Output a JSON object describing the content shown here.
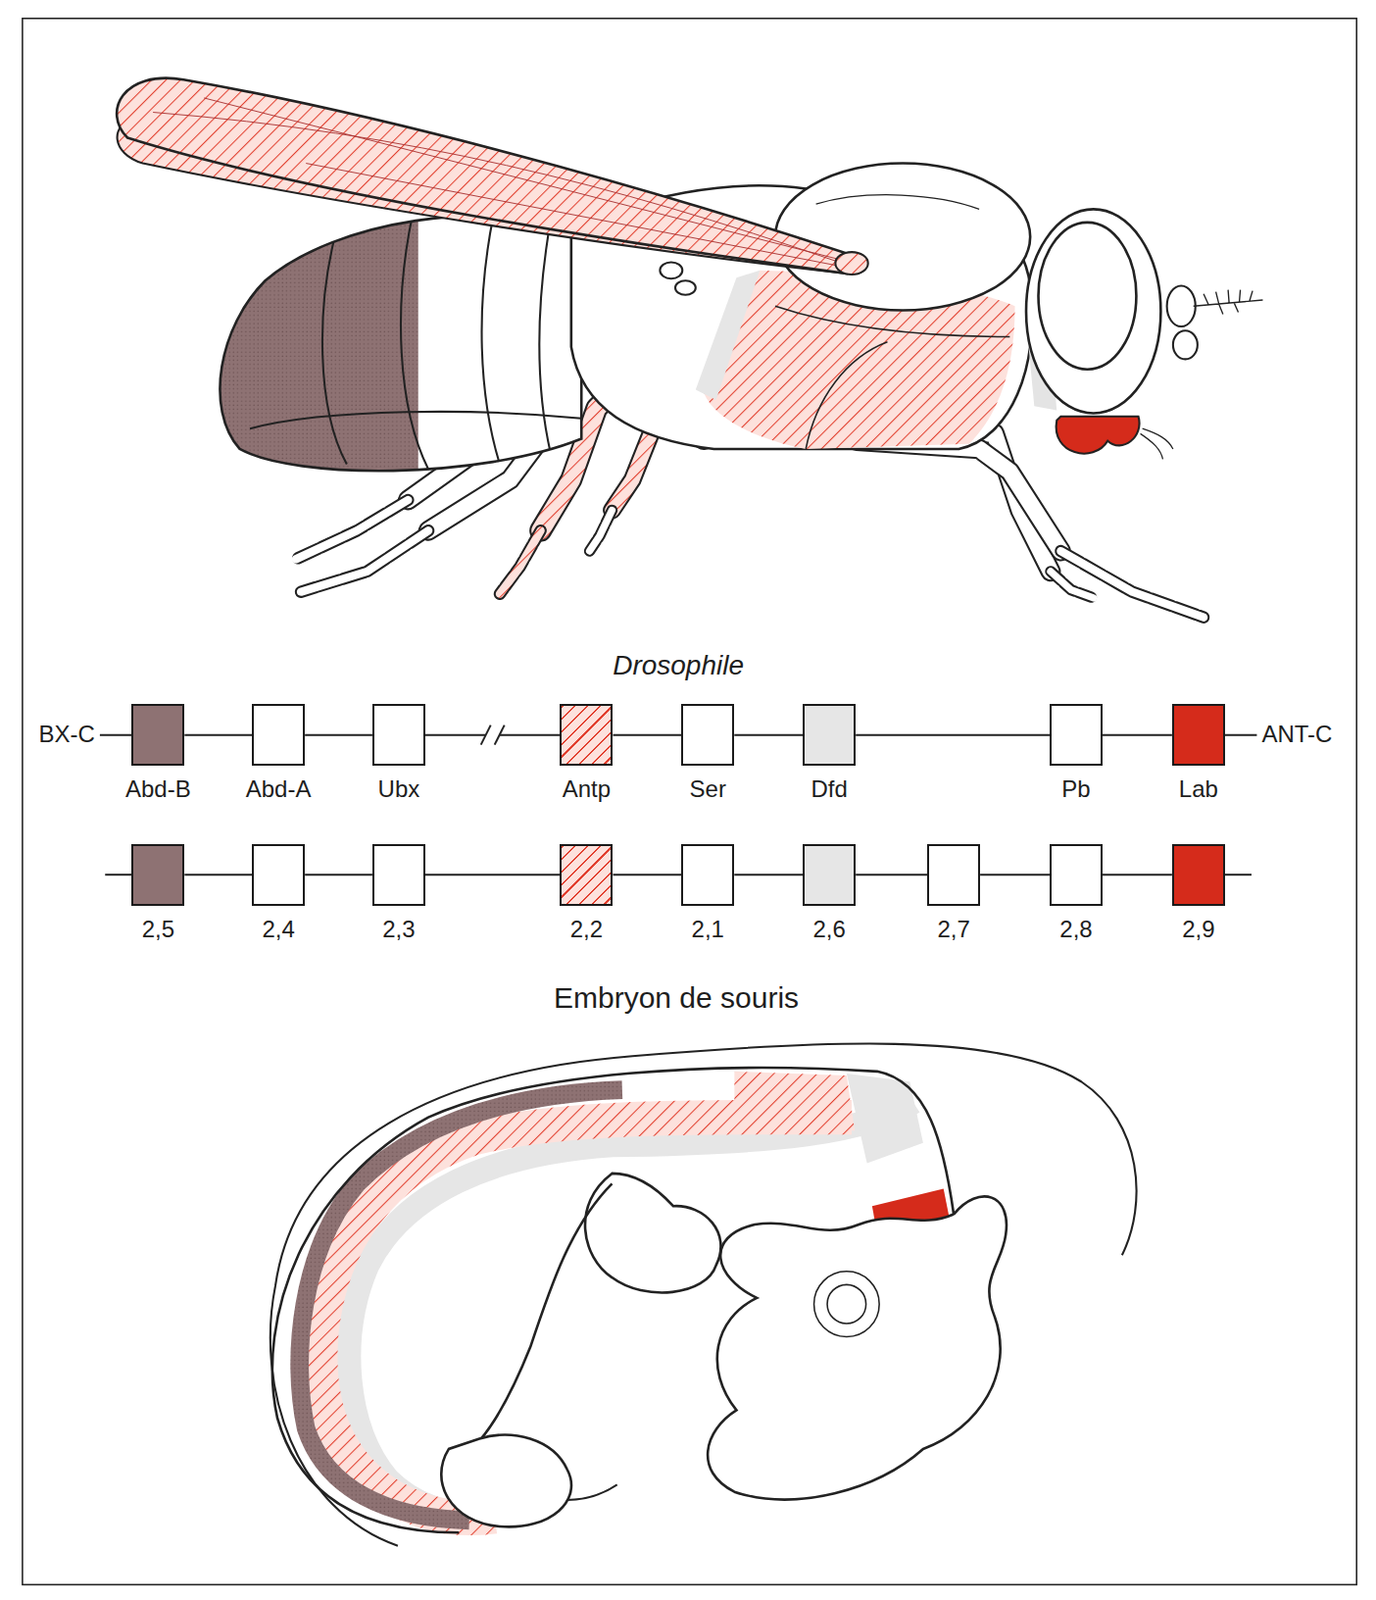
{
  "diagram": {
    "nodes": [
      {
        "text": [
          "Abd-B"
        ]
      },
      {
        "text": [
          "Abd-A"
        ]
      },
      {
        "text": [
          "Ubx"
        ]
      },
      {
        "text": [
          "Antp"
        ]
      },
      {
        "text": [
          "Ser"
        ]
      },
      {
        "text": [
          "Dfd"
        ]
      },
      {
        "text": [
          "Pb"
        ]
      },
      {
        "text": [
          "Lab"
        ]
      },
      {
        "text": [
          "2,5"
        ]
      },
      {
        "text": [
          "2,4"
        ]
      },
      {
        "text": [
          "2,3"
        ]
      },
      {
        "text": [
          "2,2"
        ]
      },
      {
        "text": [
          "2,1"
        ]
      },
      {
        "text": [
          "2,6"
        ]
      },
      {
        "text": [
          "2,7"
        ]
      },
      {
        "text": [
          "2,8"
        ]
      },
      {
        "text": [
          "2,9"
        ]
      }
    ],
    "edges": [
      {
        "from": 0,
        "to": 1,
        "arrow": "none"
      },
      {
        "from": 1,
        "to": 2,
        "arrow": "none"
      },
      {
        "from": 2,
        "to": 3,
        "arrow": "none"
      },
      {
        "from": 3,
        "to": 4,
        "arrow": "none"
      },
      {
        "from": 4,
        "to": 5,
        "arrow": "none"
      },
      {
        "from": 5,
        "to": 6,
        "arrow": "none"
      },
      {
        "from": 6,
        "to": 7,
        "arrow": "none"
      },
      {
        "from": 8,
        "to": 9,
        "arrow": "none"
      },
      {
        "from": 9,
        "to": 10,
        "arrow": "none"
      },
      {
        "from": 10,
        "to": 11,
        "arrow": "none"
      },
      {
        "from": 11,
        "to": 12,
        "arrow": "none"
      },
      {
        "from": 12,
        "to": 13,
        "arrow": "none"
      },
      {
        "from": 13,
        "to": 14,
        "arrow": "none"
      },
      {
        "from": 14,
        "to": 15,
        "arrow": "none"
      },
      {
        "from": 15,
        "to": 16,
        "arrow": "none"
      }
    ],
    "labels": [
      "BX-C",
      "ANT-C",
      "Drosophile",
      "Embryon de souris"
    ]
  }
}
